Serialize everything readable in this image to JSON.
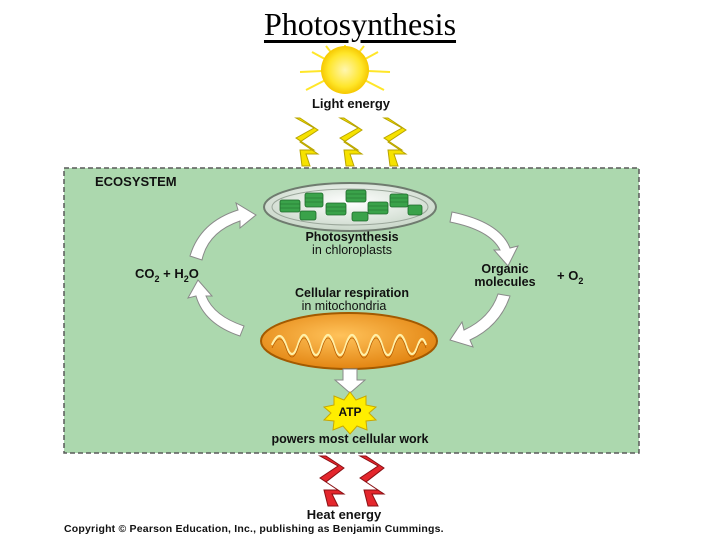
{
  "title": "Photosynthesis",
  "labels": {
    "light_energy": "Light energy",
    "ecosystem": "ECOSYSTEM",
    "photosynthesis_line1": "Photosynthesis",
    "photosynthesis_line2": "in chloroplasts",
    "co2": "CO",
    "co2_sub": "2",
    "h2o_plus": " + H",
    "h2o_sub": "2",
    "h2o_o": "O",
    "organic_line1": "Organic",
    "organic_line2": "molecules",
    "o2_plus": "+ O",
    "o2_sub": "2",
    "resp_line1": "Cellular respiration",
    "resp_line2": "in mitochondria",
    "atp": "ATP",
    "powers": "powers most cellular work",
    "heat_energy": "Heat energy"
  },
  "copyright": "Copyright © Pearson Education, Inc., publishing as Benjamin Cummings.",
  "colors": {
    "ecosystem_fill": "#acd8ae",
    "ecosystem_border": "#5a5a5a",
    "sun": "#ffe629",
    "light_bolt": "#f6e200",
    "heat_bolt": "#e4262c",
    "cycle_arrow": "#ffffff",
    "mitochondrion": "#f29a1b",
    "chloroplast_green": "#3aa24a",
    "atp_burst": "#ffee00"
  }
}
